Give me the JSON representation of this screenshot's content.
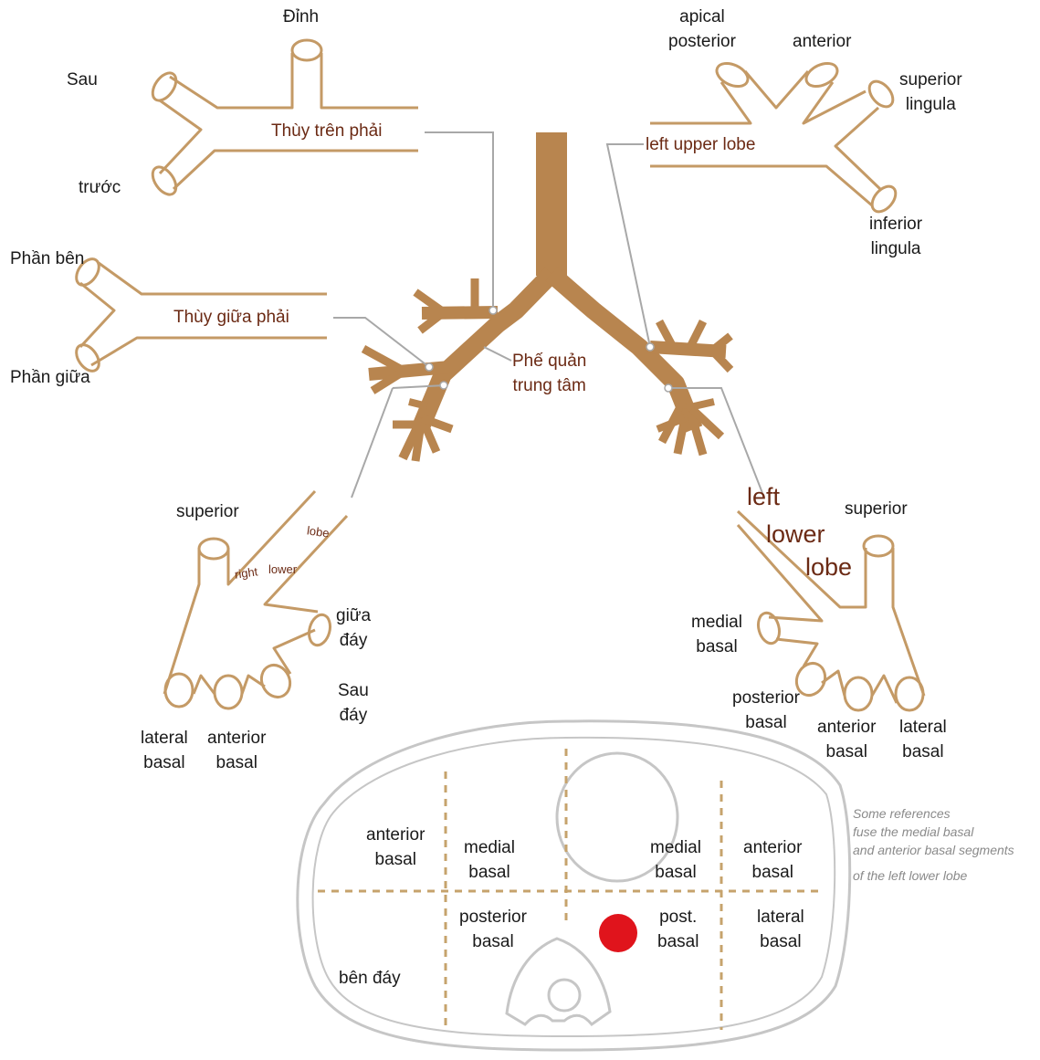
{
  "colors": {
    "bronchus": "#b8854f",
    "outline": "#c49a66",
    "leader": "#a8a8a8",
    "label_dark": "#1a1a1a",
    "label_brown": "#6b2a14",
    "body_outline": "#c6c6c6",
    "dashed_grid": "#c6a36c",
    "marker": "#e0141c"
  },
  "right_upper_lobe": {
    "title": "Thùy trên phải",
    "apical": "Đỉnh",
    "posterior": "Sau",
    "anterior": "trước"
  },
  "right_middle_lobe": {
    "title": "Thùy giữa  phải",
    "lateral": "Phần bên",
    "medial": "Phần giữa"
  },
  "left_upper_lobe": {
    "title": "left upper lobe",
    "apical_posterior": [
      "apical",
      "posterior"
    ],
    "anterior": "anterior",
    "superior_lingula": [
      "superior",
      "lingula"
    ],
    "inferior_lingula": [
      "inferior",
      "lingula"
    ]
  },
  "central": {
    "label": [
      "Phế quản",
      "trung tâm"
    ]
  },
  "right_lower_lobe": {
    "title_words": [
      "right",
      "lower",
      "lobe"
    ],
    "superior": "superior",
    "medial_basal": [
      "giữa",
      "đáy"
    ],
    "posterior_basal": [
      "Sau",
      "đáy"
    ],
    "lateral_basal": [
      "lateral",
      "basal"
    ],
    "anterior_basal": [
      "anterior",
      "basal"
    ]
  },
  "left_lower_lobe": {
    "title_words": [
      "left",
      "lower",
      "lobe"
    ],
    "superior": "superior",
    "medial_basal": [
      "medial",
      "basal"
    ],
    "posterior_basal": [
      "posterior",
      "basal"
    ],
    "anterior_basal": [
      "anterior",
      "basal"
    ],
    "lateral_basal": [
      "lateral",
      "basal"
    ]
  },
  "cross_section": {
    "right_anterior_basal": [
      "anterior",
      "basal"
    ],
    "right_medial_basal": [
      "medial",
      "basal"
    ],
    "right_posterior_basal": [
      "posterior",
      "basal"
    ],
    "right_lateral_basal": "bên đáy",
    "left_medial_basal": [
      "medial",
      "basal"
    ],
    "left_anterior_basal": [
      "anterior",
      "basal"
    ],
    "left_post_basal": [
      "post.",
      "basal"
    ],
    "left_lateral_basal": [
      "lateral",
      "basal"
    ]
  },
  "note": [
    "Some references",
    "fuse the medial basal",
    "and anterior basal segments",
    "of the left lower lobe"
  ]
}
